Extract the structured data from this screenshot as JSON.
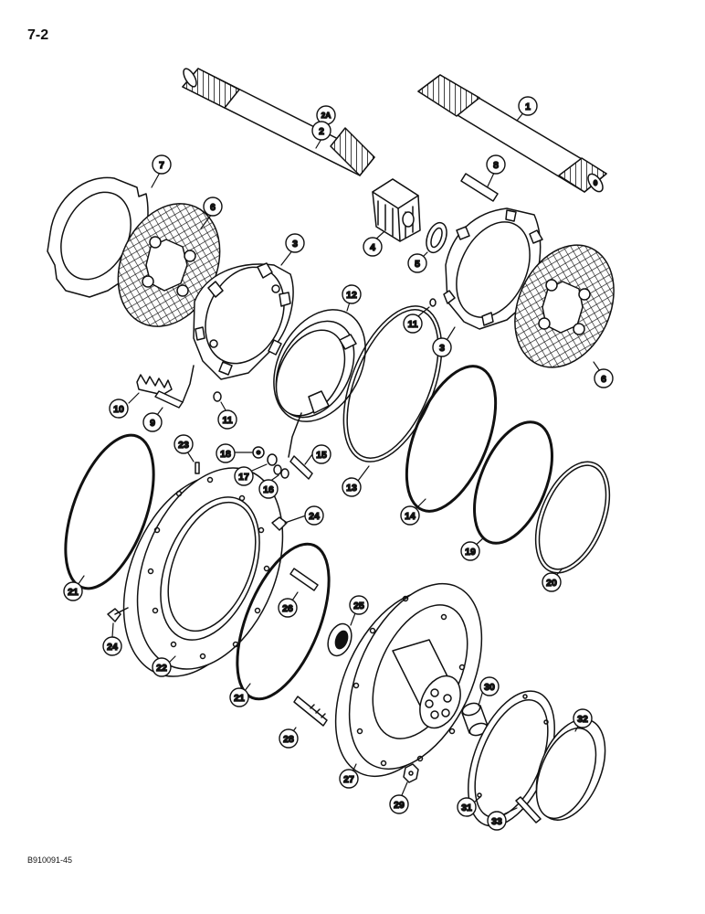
{
  "page": {
    "number": "7-2",
    "figure_code": "B910091-45"
  },
  "callouts": [
    {
      "id": "c1",
      "label": "1"
    },
    {
      "id": "c2a",
      "label": "2A"
    },
    {
      "id": "c2",
      "label": "2"
    },
    {
      "id": "c7",
      "label": "7"
    },
    {
      "id": "c8",
      "label": "8"
    },
    {
      "id": "c6a",
      "label": "6"
    },
    {
      "id": "c3a",
      "label": "3"
    },
    {
      "id": "c4",
      "label": "4"
    },
    {
      "id": "c5",
      "label": "5"
    },
    {
      "id": "c12",
      "label": "12"
    },
    {
      "id": "c11a",
      "label": "11"
    },
    {
      "id": "c3b",
      "label": "3"
    },
    {
      "id": "c6b",
      "label": "6"
    },
    {
      "id": "c10",
      "label": "10"
    },
    {
      "id": "c9",
      "label": "9"
    },
    {
      "id": "c11b",
      "label": "11"
    },
    {
      "id": "c23",
      "label": "23"
    },
    {
      "id": "c18",
      "label": "18"
    },
    {
      "id": "c17",
      "label": "17"
    },
    {
      "id": "c16",
      "label": "16"
    },
    {
      "id": "c15",
      "label": "15"
    },
    {
      "id": "c13",
      "label": "13"
    },
    {
      "id": "c14",
      "label": "14"
    },
    {
      "id": "c24a",
      "label": "24"
    },
    {
      "id": "c19",
      "label": "19"
    },
    {
      "id": "c20",
      "label": "20"
    },
    {
      "id": "c21a",
      "label": "21"
    },
    {
      "id": "c26",
      "label": "26"
    },
    {
      "id": "c25",
      "label": "25"
    },
    {
      "id": "c24b",
      "label": "24"
    },
    {
      "id": "c22",
      "label": "22"
    },
    {
      "id": "c21b",
      "label": "21"
    },
    {
      "id": "c30",
      "label": "30"
    },
    {
      "id": "c32",
      "label": "32"
    },
    {
      "id": "c28",
      "label": "28"
    },
    {
      "id": "c27",
      "label": "27"
    },
    {
      "id": "c29",
      "label": "29"
    },
    {
      "id": "c31",
      "label": "31"
    },
    {
      "id": "c33",
      "label": "33"
    }
  ]
}
